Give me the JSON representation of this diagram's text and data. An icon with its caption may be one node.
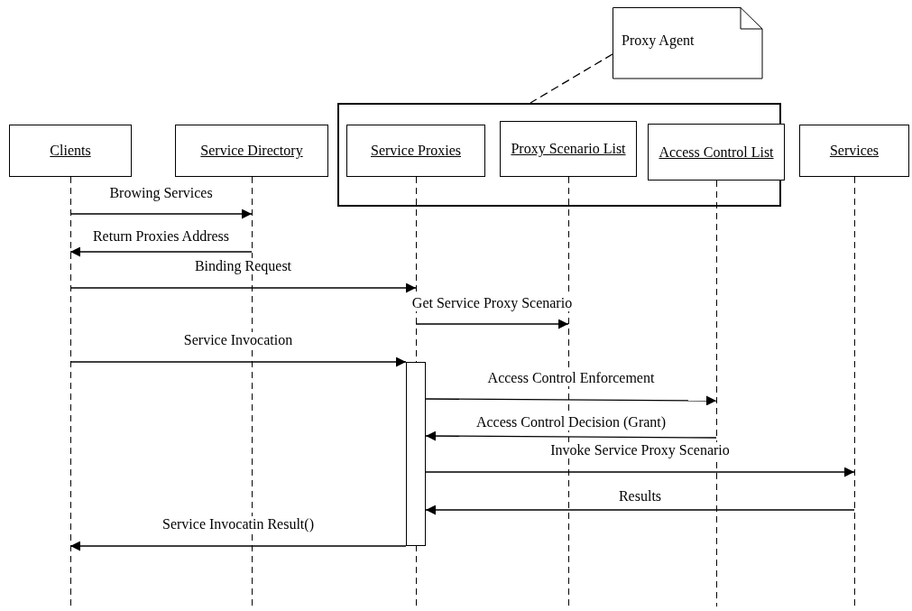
{
  "diagram": {
    "nodes": [
      {
        "text": [
          "Proxy Agent"
        ]
      },
      {
        "text": [
          "Clients"
        ]
      },
      {
        "text": [
          "Service Directory"
        ]
      },
      {
        "text": [],
        "shape": "box"
      },
      {
        "text": [
          "Service Proxies"
        ],
        "in": 3
      },
      {
        "text": [
          "Proxy Scenario List"
        ],
        "in": 3
      },
      {
        "text": [
          "Access Control List"
        ],
        "in": 3
      },
      {
        "text": [
          "Services"
        ]
      },
      {
        "text": [],
        "shape": "line"
      },
      {
        "text": [],
        "shape": "line"
      },
      {
        "text": [],
        "shape": "line"
      },
      {
        "text": [],
        "shape": "line"
      },
      {
        "text": [],
        "shape": "line"
      },
      {
        "text": [],
        "shape": "line"
      },
      {
        "text": [],
        "shape": "bar"
      }
    ],
    "edges": [
      {
        "from": 0,
        "to": 3,
        "arrow": "none",
        "style": "dashed"
      },
      {
        "from": 8,
        "to": 9,
        "arrow": "to",
        "label": "Browing Services"
      },
      {
        "from": 9,
        "to": 8,
        "arrow": "to",
        "label": "Return Proxies Address"
      },
      {
        "from": 8,
        "to": 10,
        "arrow": "to",
        "label": "Binding Request"
      },
      {
        "from": 10,
        "to": 11,
        "arrow": "to",
        "label": "Get Service Proxy Scenario"
      },
      {
        "from": 8,
        "to": 14,
        "arrow": "to",
        "label": "Service Invocation"
      },
      {
        "from": 14,
        "to": 12,
        "arrow": "to",
        "label": "Access Control Enforcement"
      },
      {
        "from": 12,
        "to": 14,
        "arrow": "to",
        "label": "Access Control Decision (Grant)"
      },
      {
        "from": 14,
        "to": 13,
        "arrow": "to",
        "label": "Invoke Service Proxy Scenario"
      },
      {
        "from": 13,
        "to": 14,
        "arrow": "to",
        "label": "Results"
      },
      {
        "from": 14,
        "to": 8,
        "arrow": "to",
        "label": "Service Invocatin Result()"
      }
    ]
  }
}
